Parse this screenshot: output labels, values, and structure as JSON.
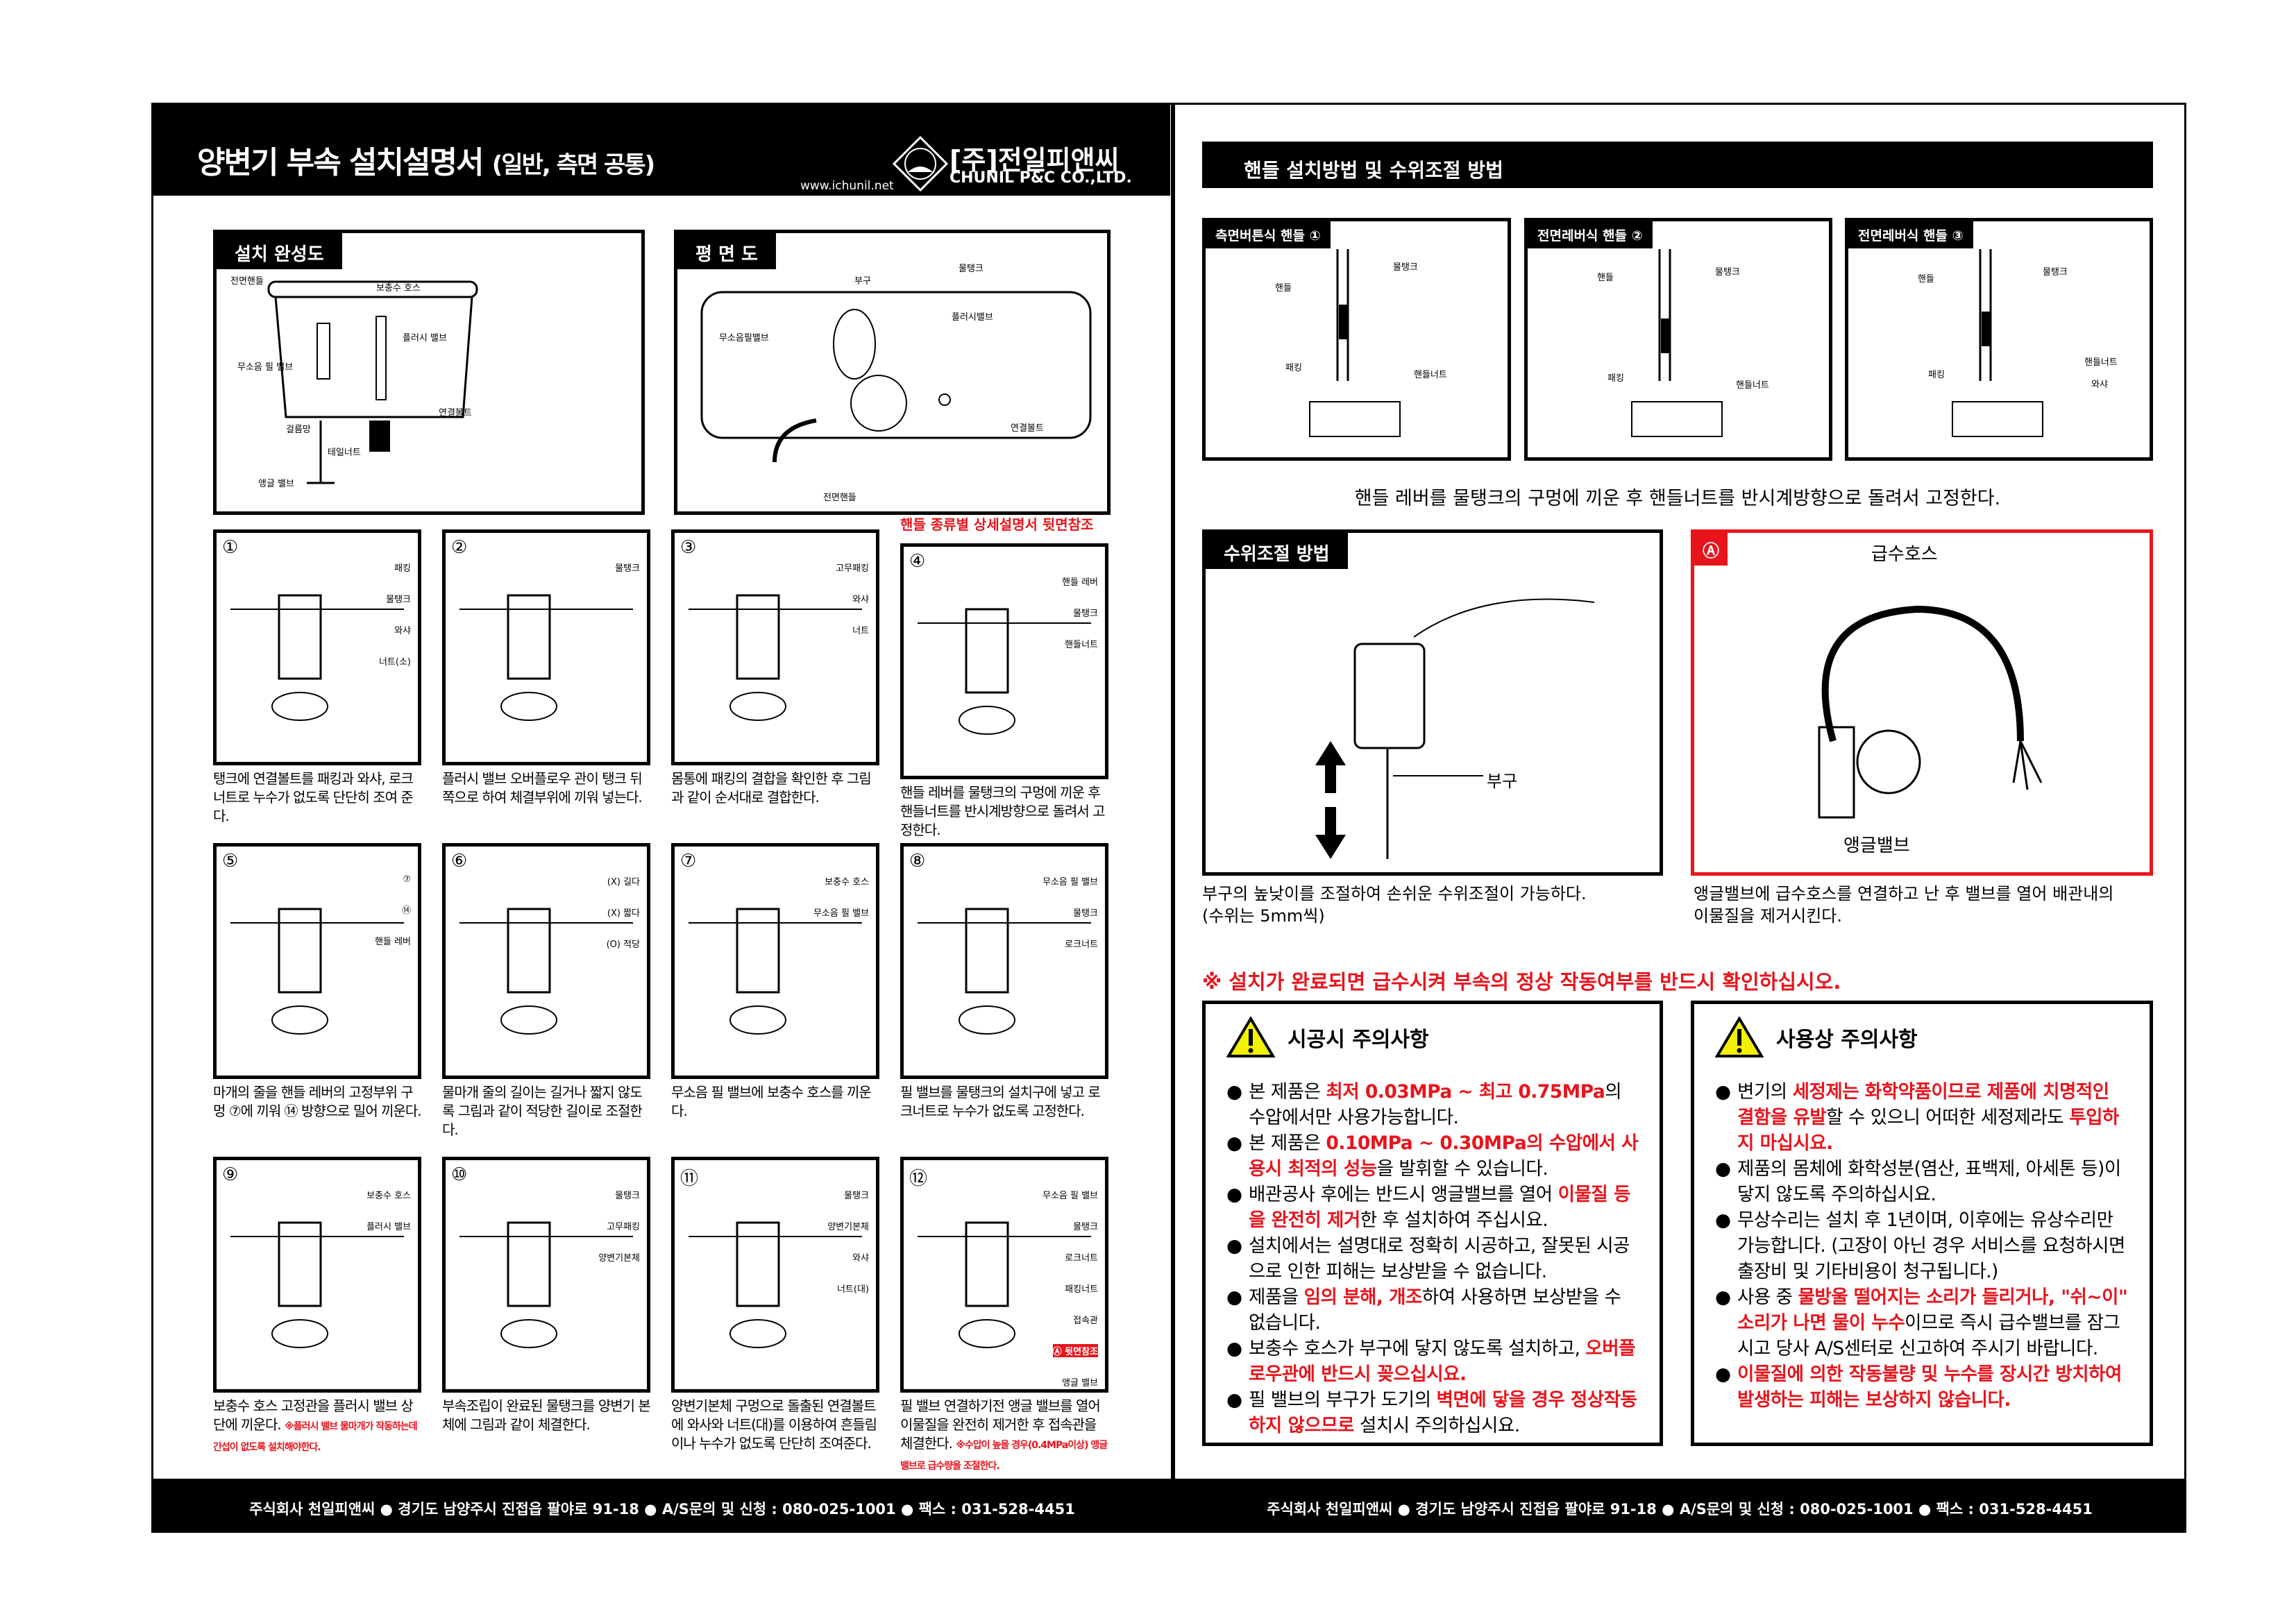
{
  "header": {
    "title": "양변기 부속 설치설명서",
    "subtitle": "(일반, 측면 공통)",
    "url": "www.ichunil.net",
    "company_ko": "[주]전일피앤씨",
    "company_en": "CHUNIL P&C CO.,LTD."
  },
  "overview": {
    "title": "설치 완성도",
    "labels": [
      "전면핸들",
      "보충수 호스",
      "플러시 밸브",
      "무소음 필 밸브",
      "연결볼트",
      "걸름망",
      "테일너트",
      "앵글 밸브"
    ]
  },
  "plan": {
    "title": "평 면 도",
    "labels": [
      "부구",
      "물탱크",
      "플러시밸브",
      "무소음필밸브",
      "연결볼트",
      "전면핸들"
    ]
  },
  "handle_ref_note": "핸들 종류별 상세설명서 뒷면참조",
  "steps": [
    {
      "num": "①",
      "labels": [
        "패킹",
        "물탱크",
        "와샤",
        "너트(소)"
      ],
      "caption": "탱크에 연결볼트를 패킹과 와샤, 로크너트로 누수가 없도록 단단히 조여 준다."
    },
    {
      "num": "②",
      "labels": [
        "물탱크"
      ],
      "caption": "플러시 밸브 오버플로우 관이 탱크 뒤쪽으로 하여 체결부위에 끼워 넣는다."
    },
    {
      "num": "③",
      "labels": [
        "고무패킹",
        "와샤",
        "너트"
      ],
      "caption": "몸통에 패킹의 결합을 확인한 후 그림과 같이 순서대로 결합한다."
    },
    {
      "num": "④",
      "labels": [
        "핸들 레버",
        "물탱크",
        "핸들너트"
      ],
      "caption": "핸들 레버를 물탱크의 구멍에 끼운 후 핸들너트를 반시계방향으로 돌려서 고정한다."
    },
    {
      "num": "⑤",
      "labels": [
        "⑦",
        "⑭",
        "핸들 레버"
      ],
      "caption": "마개의 줄을 핸들 레버의 고정부위 구멍 ⑦에 끼워 ⑭ 방향으로 밀어 끼운다."
    },
    {
      "num": "⑥",
      "labels": [
        "(X) 길다",
        "(X) 짧다",
        "(O) 적당"
      ],
      "caption": "물마개 줄의 길이는 길거나 짧지 않도록 그림과 같이 적당한 길이로 조절한다."
    },
    {
      "num": "⑦",
      "labels": [
        "보충수 호스",
        "무소음 필 밸브"
      ],
      "caption": "무소음 필 밸브에 보충수 호스를 끼운다."
    },
    {
      "num": "⑧",
      "labels": [
        "무소음 필 밸브",
        "물탱크",
        "로크너트"
      ],
      "caption": "필 밸브를 물탱크의 설치구에 넣고 로크너트로 누수가 없도록 고정한다."
    },
    {
      "num": "⑨",
      "labels": [
        "보충수 호스",
        "플러시 밸브"
      ],
      "caption": "보충수 호스 고정관을 플러시 밸브 상단에 끼운다.",
      "note": "※플러시 밸브 물마개가 작동하는데 간섭이 없도록 설치해야한다."
    },
    {
      "num": "⑩",
      "labels": [
        "물탱크",
        "고무패킹",
        "양변기본체"
      ],
      "caption": "부속조립이 완료된 물탱크를 양변기 본체에 그림과 같이 체결한다."
    },
    {
      "num": "⑪",
      "labels": [
        "물탱크",
        "양변기본체",
        "와샤",
        "너트(대)"
      ],
      "caption": "양변기본체 구멍으로 돌출된 연결볼트에 와사와 너트(대)를 이용하여 흔들림이나 누수가 없도록 단단히 조여준다."
    },
    {
      "num": "⑫",
      "labels": [
        "무소음 필 밸브",
        "물탱크",
        "로크너트",
        "패킹너트",
        "접속관",
        "Ⓐ 뒷면참조",
        "앵글 밸브"
      ],
      "caption": "필 밸브 연결하기전 앵글 밸브를 열어 이물질을 완전히 제거한 후 접속관을 체결한다.",
      "note": "※수압이 높을 경우(0.4MPa이상) 앵글 밸브로 급수량을 조절한다."
    }
  ],
  "right_header": "핸들 설치방법 및 수위조절 방법",
  "handles": [
    {
      "title": "측면버튼식 핸들 ①",
      "labels": [
        "핸들",
        "물탱크",
        "패킹",
        "핸들너트"
      ]
    },
    {
      "title": "전면레버식 핸들 ②",
      "labels": [
        "핸들",
        "물탱크",
        "패킹",
        "핸들너트"
      ]
    },
    {
      "title": "전면레버식 핸들 ③",
      "labels": [
        "핸들",
        "물탱크",
        "패킹",
        "핸들너트",
        "와샤"
      ]
    }
  ],
  "handle_caption": "핸들 레버를 물탱크의 구멍에 끼운 후 핸들너트를 반시계방향으로 돌려서 고정한다.",
  "water": {
    "title": "수위조절 방법",
    "label": "부구",
    "caption1": "부구의 높낮이를 조절하여 손쉬운 수위조절이 가능하다.",
    "caption2": "(수위는 5mm씩)"
  },
  "angle": {
    "badge": "Ⓐ",
    "hose": "급수호스",
    "valve": "앵글밸브",
    "caption1": "앵글밸브에 급수호스를 연결하고 난 후 밸브를 열어 배관내의",
    "caption2": "이물질을 제거시킨다."
  },
  "red_warning": "※ 설치가 완료되면 급수시켜 부속의 정상 작동여부를 반드시 확인하십시오.",
  "cautions": [
    {
      "title": "시공시 주의사항",
      "items": [
        [
          {
            "t": "본 제품은 "
          },
          {
            "t": "최저 0.03MPa ~ 최고 0.75MPa",
            "r": true
          },
          {
            "t": "의 수압에서만 사용가능합니다."
          }
        ],
        [
          {
            "t": "본 제품은 "
          },
          {
            "t": "0.10MPa ~ 0.30MPa의 수압에서 사용시 최적의 성능",
            "r": true
          },
          {
            "t": "을 발휘할 수 있습니다."
          }
        ],
        [
          {
            "t": "배관공사 후에는 반드시 앵글밸브를 열어 "
          },
          {
            "t": "이물질 등을 완전히 제거",
            "r": true
          },
          {
            "t": "한 후 설치하여 주십시요."
          }
        ],
        [
          {
            "t": "설치에서는 설명대로 정확히 시공하고, 잘못된 시공으로 인한 피해는 보상받을 수 없습니다."
          }
        ],
        [
          {
            "t": "제품을 "
          },
          {
            "t": "임의 분해, 개조",
            "r": true
          },
          {
            "t": "하여 사용하면 보상받을 수 없습니다."
          }
        ],
        [
          {
            "t": "보충수 호스가 부구에 닿지 않도록 설치하고, "
          },
          {
            "t": "오버플로우관에 반드시 꽂으십시요.",
            "r": true
          }
        ],
        [
          {
            "t": "필 밸브의 부구가 도기의 "
          },
          {
            "t": "벽면에 닿을 경우 정상작동하지 않으므로",
            "r": true
          },
          {
            "t": " 설치시 주의하십시요."
          }
        ]
      ]
    },
    {
      "title": "사용상 주의사항",
      "items": [
        [
          {
            "t": "변기의 "
          },
          {
            "t": "세정제는 화학약품이므로 제품에 치명적인 결함을 유발",
            "r": true
          },
          {
            "t": "할 수 있으니 어떠한 세정제라도 "
          },
          {
            "t": "투입하지 마십시요.",
            "r": true
          }
        ],
        [
          {
            "t": "제품의 몸체에 화학성분(염산, 표백제, 아세톤 등)이 닿지 않도록 주의하십시요."
          }
        ],
        [
          {
            "t": "무상수리는 설치 후 1년이며, 이후에는 유상수리만 가능합니다. (고장이 아닌 경우 서비스를 요청하시면 출장비 및 기타비용이 청구됩니다.)"
          }
        ],
        [
          {
            "t": "사용 중 "
          },
          {
            "t": "물방울 떨어지는 소리가 들리거나, \"쉬~이\" 소리가 나면 물이 누수",
            "r": true
          },
          {
            "t": "이므로 즉시 급수밸브를 잠그시고 당사 A/S센터로 신고하여 주시기 바랍니다."
          }
        ],
        [
          {
            "t": "이물질에 의한 작동불량 및 누수를 장시간 방치하여 발생하는 피해는 보상하지 않습니다.",
            "r": true
          }
        ]
      ]
    }
  ],
  "footer": "주식회사 천일피앤씨  ●  경기도 남양주시 진접읍 팔야로 91-18  ●  A/S문의 및 신청 : 080-025-1001  ●  팩스 : 031-528-4451",
  "colors": {
    "red": "#e8141c",
    "warning_yellow": "#f2f200"
  }
}
